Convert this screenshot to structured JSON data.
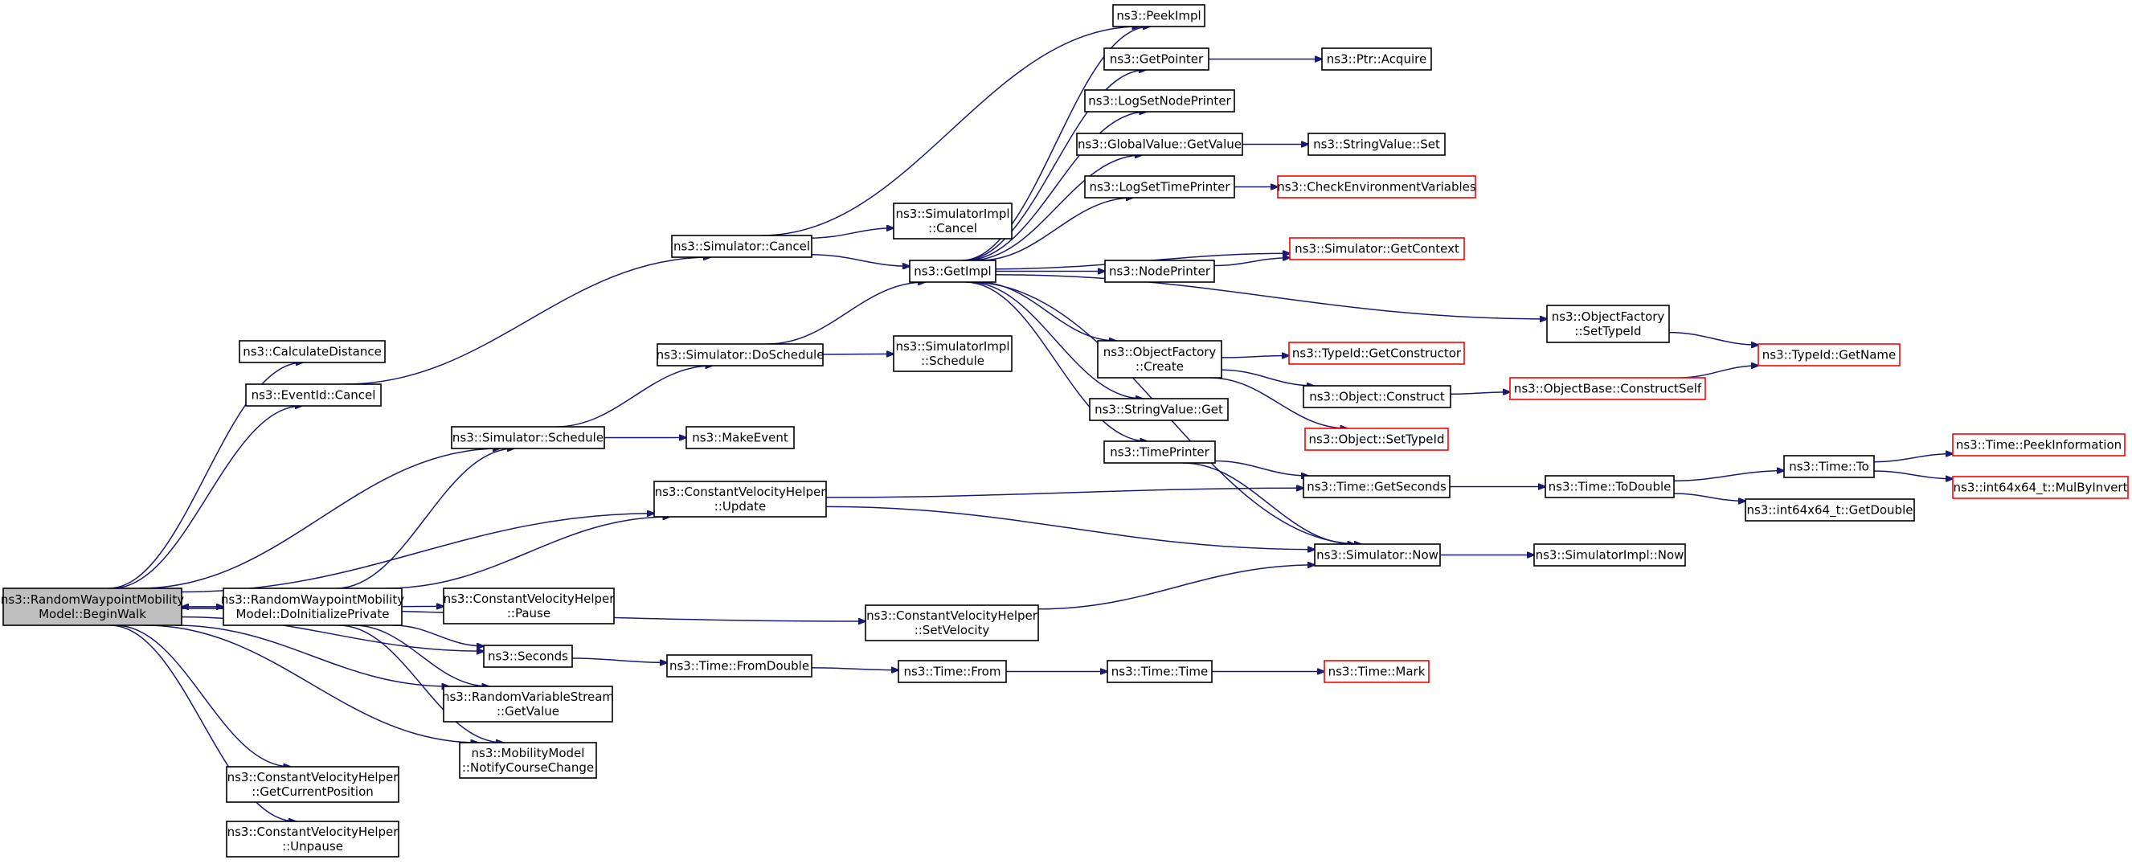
{
  "graph": {
    "edge_color": "#191970",
    "node_border_color": "#000000",
    "truncated_border_color": "#ff0000",
    "root_fill": "#bfbfbf",
    "nodes": [
      {
        "id": "begin_walk",
        "lines": [
          "ns3::RandomWaypointMobility",
          "Model::BeginWalk"
        ],
        "style": "root"
      },
      {
        "id": "calc_distance",
        "lines": [
          "ns3::CalculateDistance"
        ],
        "style": "normal"
      },
      {
        "id": "eventid_cancel",
        "lines": [
          "ns3::EventId::Cancel"
        ],
        "style": "normal"
      },
      {
        "id": "sim_schedule",
        "lines": [
          "ns3::Simulator::Schedule"
        ],
        "style": "normal"
      },
      {
        "id": "cvh_update",
        "lines": [
          "ns3::ConstantVelocityHelper",
          "::Update"
        ],
        "style": "normal"
      },
      {
        "id": "rwm_doinit",
        "lines": [
          "ns3::RandomWaypointMobility",
          "Model::DoInitializePrivate"
        ],
        "style": "normal"
      },
      {
        "id": "cvh_pause",
        "lines": [
          "ns3::ConstantVelocityHelper",
          "::Pause"
        ],
        "style": "normal"
      },
      {
        "id": "seconds",
        "lines": [
          "ns3::Seconds"
        ],
        "style": "normal"
      },
      {
        "id": "rvs_getvalue",
        "lines": [
          "ns3::RandomVariableStream",
          "::GetValue"
        ],
        "style": "normal"
      },
      {
        "id": "mm_notify",
        "lines": [
          "ns3::MobilityModel",
          "::NotifyCourseChange"
        ],
        "style": "normal"
      },
      {
        "id": "cvh_getpos",
        "lines": [
          "ns3::ConstantVelocityHelper",
          "::GetCurrentPosition"
        ],
        "style": "normal"
      },
      {
        "id": "cvh_unpause",
        "lines": [
          "ns3::ConstantVelocityHelper",
          "::Unpause"
        ],
        "style": "normal"
      },
      {
        "id": "sim_cancel",
        "lines": [
          "ns3::Simulator::Cancel"
        ],
        "style": "normal"
      },
      {
        "id": "sim_doschedule",
        "lines": [
          "ns3::Simulator::DoSchedule"
        ],
        "style": "normal"
      },
      {
        "id": "makeevent",
        "lines": [
          "ns3::MakeEvent"
        ],
        "style": "normal"
      },
      {
        "id": "cvh_setvelocity",
        "lines": [
          "ns3::ConstantVelocityHelper",
          "::SetVelocity"
        ],
        "style": "normal"
      },
      {
        "id": "time_fromdouble",
        "lines": [
          "ns3::Time::FromDouble"
        ],
        "style": "normal"
      },
      {
        "id": "simimpl_cancel",
        "lines": [
          "ns3::SimulatorImpl",
          "::Cancel"
        ],
        "style": "normal"
      },
      {
        "id": "getimpl",
        "lines": [
          "ns3::GetImpl"
        ],
        "style": "normal"
      },
      {
        "id": "simimpl_schedule",
        "lines": [
          "ns3::SimulatorImpl",
          "::Schedule"
        ],
        "style": "normal"
      },
      {
        "id": "time_from",
        "lines": [
          "ns3::Time::From"
        ],
        "style": "normal"
      },
      {
        "id": "peekimpl",
        "lines": [
          "ns3::PeekImpl"
        ],
        "style": "normal"
      },
      {
        "id": "getpointer",
        "lines": [
          "ns3::GetPointer"
        ],
        "style": "normal"
      },
      {
        "id": "logsetnodeprinter",
        "lines": [
          "ns3::LogSetNodePrinter"
        ],
        "style": "normal"
      },
      {
        "id": "globalvalue_getvalue",
        "lines": [
          "ns3::GlobalValue::GetValue"
        ],
        "style": "normal"
      },
      {
        "id": "logsettimeprinter",
        "lines": [
          "ns3::LogSetTimePrinter"
        ],
        "style": "normal"
      },
      {
        "id": "nodeprinter",
        "lines": [
          "ns3::NodePrinter"
        ],
        "style": "normal"
      },
      {
        "id": "objectfactory_create",
        "lines": [
          "ns3::ObjectFactory",
          "::Create"
        ],
        "style": "normal"
      },
      {
        "id": "stringvalue_get",
        "lines": [
          "ns3::StringValue::Get"
        ],
        "style": "normal"
      },
      {
        "id": "timeprinter",
        "lines": [
          "ns3::TimePrinter"
        ],
        "style": "normal"
      },
      {
        "id": "time_time",
        "lines": [
          "ns3::Time::Time"
        ],
        "style": "normal"
      },
      {
        "id": "ptr_acquire",
        "lines": [
          "ns3::Ptr::Acquire"
        ],
        "style": "normal"
      },
      {
        "id": "stringvalue_set",
        "lines": [
          "ns3::StringValue::Set"
        ],
        "style": "normal"
      },
      {
        "id": "checkenv",
        "lines": [
          "ns3::CheckEnvironmentVariables"
        ],
        "style": "truncated"
      },
      {
        "id": "sim_getcontext",
        "lines": [
          "ns3::Simulator::GetContext"
        ],
        "style": "truncated"
      },
      {
        "id": "typeid_getconstructor",
        "lines": [
          "ns3::TypeId::GetConstructor"
        ],
        "style": "truncated"
      },
      {
        "id": "object_construct",
        "lines": [
          "ns3::Object::Construct"
        ],
        "style": "normal"
      },
      {
        "id": "object_settypeid",
        "lines": [
          "ns3::Object::SetTypeId"
        ],
        "style": "truncated"
      },
      {
        "id": "time_getseconds",
        "lines": [
          "ns3::Time::GetSeconds"
        ],
        "style": "normal"
      },
      {
        "id": "sim_now",
        "lines": [
          "ns3::Simulator::Now"
        ],
        "style": "normal"
      },
      {
        "id": "time_mark",
        "lines": [
          "ns3::Time::Mark"
        ],
        "style": "truncated"
      },
      {
        "id": "objectbase_constructself",
        "lines": [
          "ns3::ObjectBase::ConstructSelf"
        ],
        "style": "truncated"
      },
      {
        "id": "objectfactory_settypeid",
        "lines": [
          "ns3::ObjectFactory",
          "::SetTypeId"
        ],
        "style": "normal"
      },
      {
        "id": "time_todouble",
        "lines": [
          "ns3::Time::ToDouble"
        ],
        "style": "normal"
      },
      {
        "id": "simimpl_now",
        "lines": [
          "ns3::SimulatorImpl::Now"
        ],
        "style": "normal"
      },
      {
        "id": "typeid_getname",
        "lines": [
          "ns3::TypeId::GetName"
        ],
        "style": "truncated"
      },
      {
        "id": "time_to",
        "lines": [
          "ns3::Time::To"
        ],
        "style": "normal"
      },
      {
        "id": "int64_getdouble",
        "lines": [
          "ns3::int64x64_t::GetDouble"
        ],
        "style": "normal"
      },
      {
        "id": "time_peekinformation",
        "lines": [
          "ns3::Time::PeekInformation"
        ],
        "style": "truncated"
      },
      {
        "id": "int64_mulbyinvert",
        "lines": [
          "ns3::int64x64_t::MulByInvert"
        ],
        "style": "truncated"
      }
    ],
    "edges": [
      [
        "begin_walk",
        "calc_distance"
      ],
      [
        "begin_walk",
        "eventid_cancel"
      ],
      [
        "begin_walk",
        "sim_schedule"
      ],
      [
        "begin_walk",
        "cvh_update"
      ],
      [
        "begin_walk",
        "rwm_doinit"
      ],
      [
        "begin_walk",
        "seconds"
      ],
      [
        "begin_walk",
        "cvh_setvelocity"
      ],
      [
        "begin_walk",
        "rvs_getvalue"
      ],
      [
        "begin_walk",
        "mm_notify"
      ],
      [
        "begin_walk",
        "cvh_getpos"
      ],
      [
        "begin_walk",
        "cvh_unpause"
      ],
      [
        "rwm_doinit",
        "begin_walk"
      ],
      [
        "rwm_doinit",
        "sim_schedule"
      ],
      [
        "rwm_doinit",
        "cvh_update"
      ],
      [
        "rwm_doinit",
        "cvh_pause"
      ],
      [
        "rwm_doinit",
        "seconds"
      ],
      [
        "rwm_doinit",
        "rvs_getvalue"
      ],
      [
        "rwm_doinit",
        "mm_notify"
      ],
      [
        "eventid_cancel",
        "sim_cancel"
      ],
      [
        "sim_schedule",
        "sim_doschedule"
      ],
      [
        "sim_schedule",
        "makeevent"
      ],
      [
        "sim_cancel",
        "peekimpl"
      ],
      [
        "sim_cancel",
        "simimpl_cancel"
      ],
      [
        "sim_cancel",
        "getimpl"
      ],
      [
        "sim_doschedule",
        "getimpl"
      ],
      [
        "sim_doschedule",
        "simimpl_schedule"
      ],
      [
        "cvh_update",
        "time_getseconds"
      ],
      [
        "cvh_update",
        "sim_now"
      ],
      [
        "cvh_setvelocity",
        "sim_now"
      ],
      [
        "seconds",
        "time_fromdouble"
      ],
      [
        "time_fromdouble",
        "time_from"
      ],
      [
        "time_from",
        "time_time"
      ],
      [
        "time_time",
        "time_mark"
      ],
      [
        "getimpl",
        "peekimpl"
      ],
      [
        "getimpl",
        "getpointer"
      ],
      [
        "getimpl",
        "logsetnodeprinter"
      ],
      [
        "getimpl",
        "globalvalue_getvalue"
      ],
      [
        "getimpl",
        "logsettimeprinter"
      ],
      [
        "getimpl",
        "sim_getcontext"
      ],
      [
        "getimpl",
        "nodeprinter"
      ],
      [
        "getimpl",
        "objectfactory_settypeid"
      ],
      [
        "getimpl",
        "objectfactory_create"
      ],
      [
        "getimpl",
        "stringvalue_get"
      ],
      [
        "getimpl",
        "timeprinter"
      ],
      [
        "getimpl",
        "sim_now"
      ],
      [
        "getpointer",
        "ptr_acquire"
      ],
      [
        "globalvalue_getvalue",
        "stringvalue_set"
      ],
      [
        "logsettimeprinter",
        "checkenv"
      ],
      [
        "nodeprinter",
        "sim_getcontext"
      ],
      [
        "objectfactory_create",
        "typeid_getconstructor"
      ],
      [
        "objectfactory_create",
        "object_construct"
      ],
      [
        "objectfactory_create",
        "object_settypeid"
      ],
      [
        "object_construct",
        "objectbase_constructself"
      ],
      [
        "objectbase_constructself",
        "typeid_getname"
      ],
      [
        "objectfactory_settypeid",
        "typeid_getname"
      ],
      [
        "timeprinter",
        "time_getseconds"
      ],
      [
        "timeprinter",
        "sim_now"
      ],
      [
        "time_getseconds",
        "time_todouble"
      ],
      [
        "time_todouble",
        "time_to"
      ],
      [
        "time_todouble",
        "int64_getdouble"
      ],
      [
        "time_to",
        "time_peekinformation"
      ],
      [
        "time_to",
        "int64_mulbyinvert"
      ],
      [
        "sim_now",
        "simimpl_now"
      ]
    ]
  }
}
